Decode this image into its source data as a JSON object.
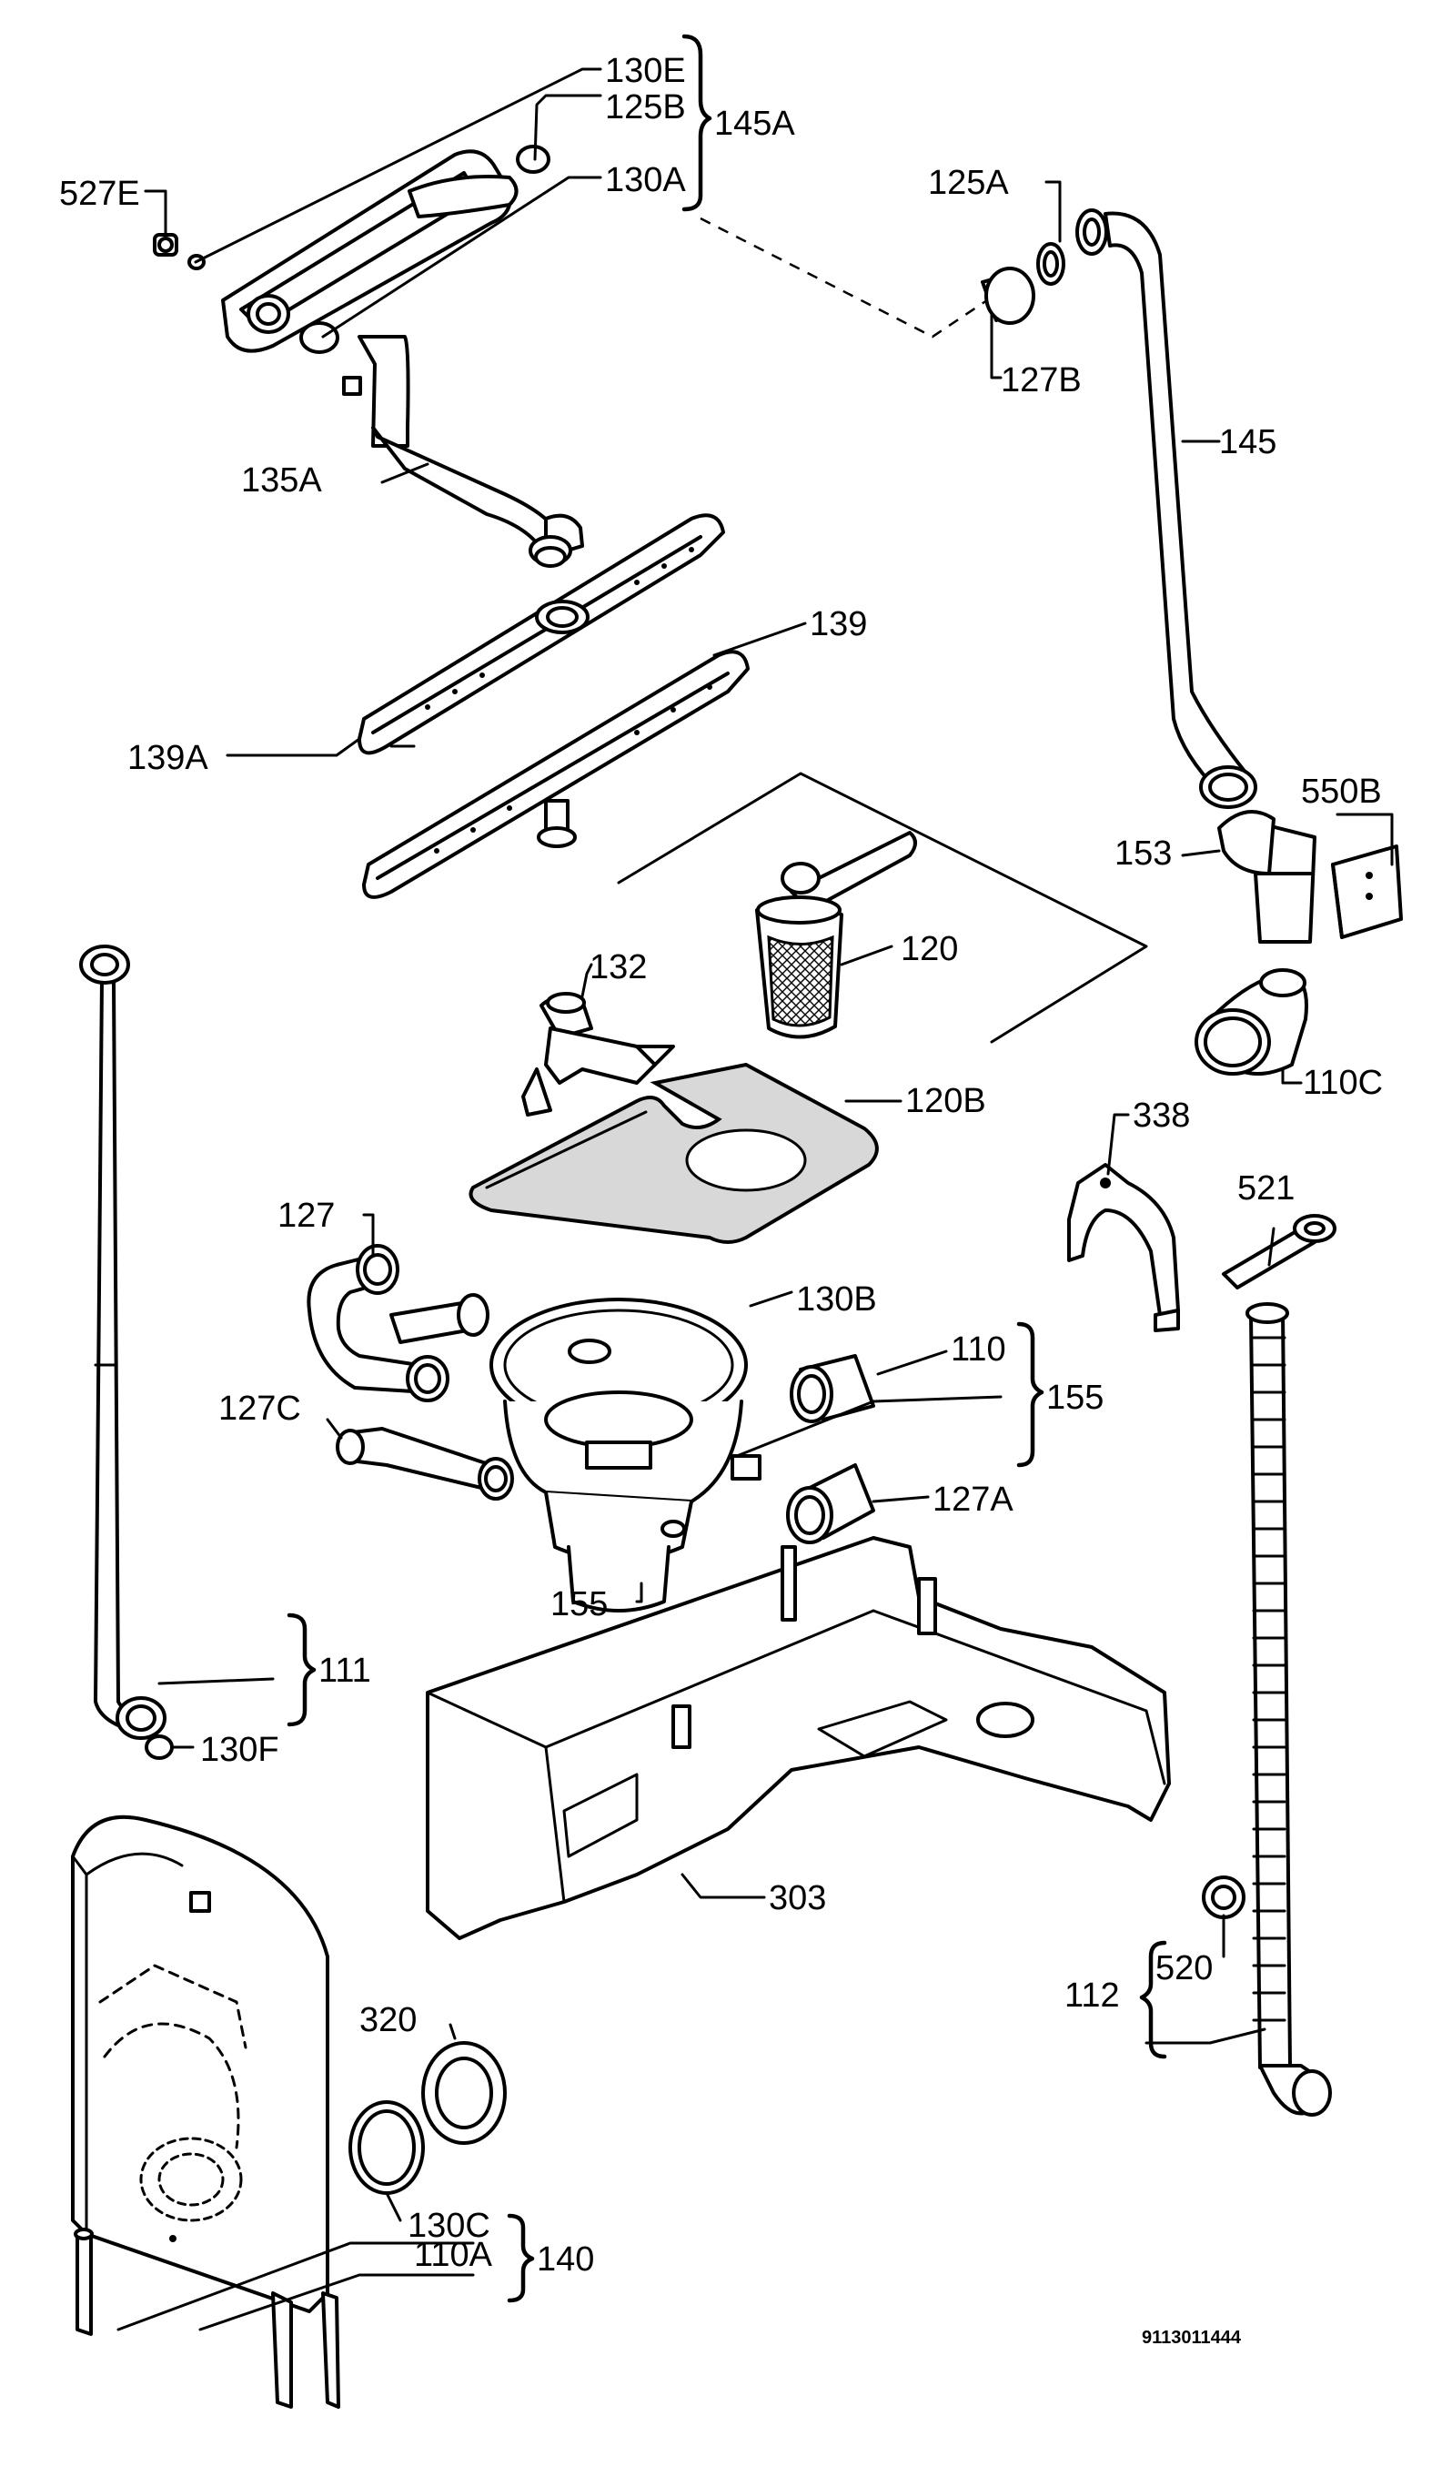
{
  "diagram": {
    "reference_number": "9113011444",
    "labels": {
      "l130E": "130E",
      "l125B": "125B",
      "l145A": "145A",
      "l130A": "130A",
      "l527E": "527E",
      "l125A": "125A",
      "l127B": "127B",
      "l145": "145",
      "l135A": "135A",
      "l139": "139",
      "l139A": "139A",
      "l550B": "550B",
      "l153": "153",
      "l120": "120",
      "l132": "132",
      "l110C": "110C",
      "l120B": "120B",
      "l338": "338",
      "l127": "127",
      "l521": "521",
      "l130B": "130B",
      "l110": "110",
      "l155a": "155",
      "l127C": "127C",
      "l127A": "127A",
      "l155b": "155",
      "l111": "111",
      "l130F": "130F",
      "l303": "303",
      "l320": "320",
      "l520": "520",
      "l112": "112",
      "l130C": "130C",
      "l110A": "110A",
      "l140": "140"
    }
  }
}
